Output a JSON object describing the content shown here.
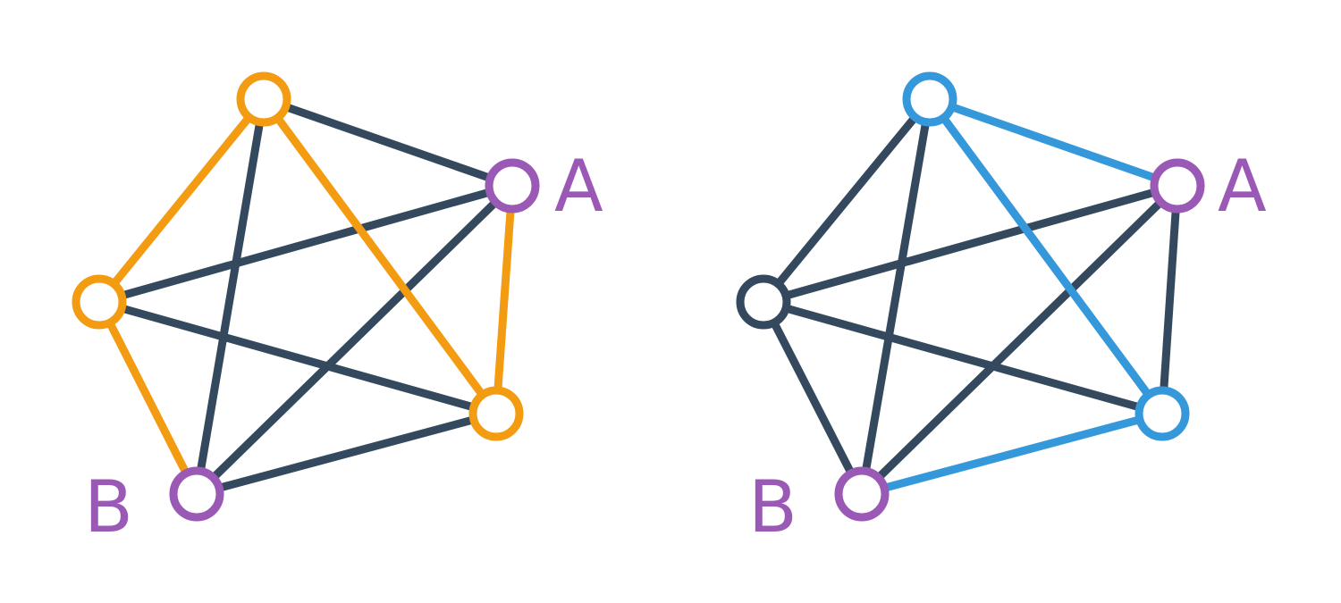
{
  "colors": {
    "background": "#ffffff",
    "default_edge": "#34495e",
    "default_node": "#34495e",
    "labeled_node": "#9b59b6",
    "path_left": "#f39c12",
    "path_right": "#3498db"
  },
  "labels": {
    "a": "A",
    "b": "B"
  },
  "graphs": [
    {
      "name": "left-graph",
      "highlight_path": [
        "A",
        "bottom-right",
        "top",
        "left",
        "B"
      ],
      "highlight_color": "path_left",
      "node_colors": {
        "top": "path_left",
        "A": "labeled_node",
        "left": "path_left",
        "bottom-right": "path_left",
        "B": "labeled_node"
      }
    },
    {
      "name": "right-graph",
      "highlight_path": [
        "A",
        "top",
        "bottom-right",
        "B"
      ],
      "highlight_color": "path_right",
      "node_colors": {
        "top": "path_right",
        "A": "labeled_node",
        "left": "default_node",
        "bottom-right": "path_right",
        "B": "labeled_node"
      }
    }
  ]
}
